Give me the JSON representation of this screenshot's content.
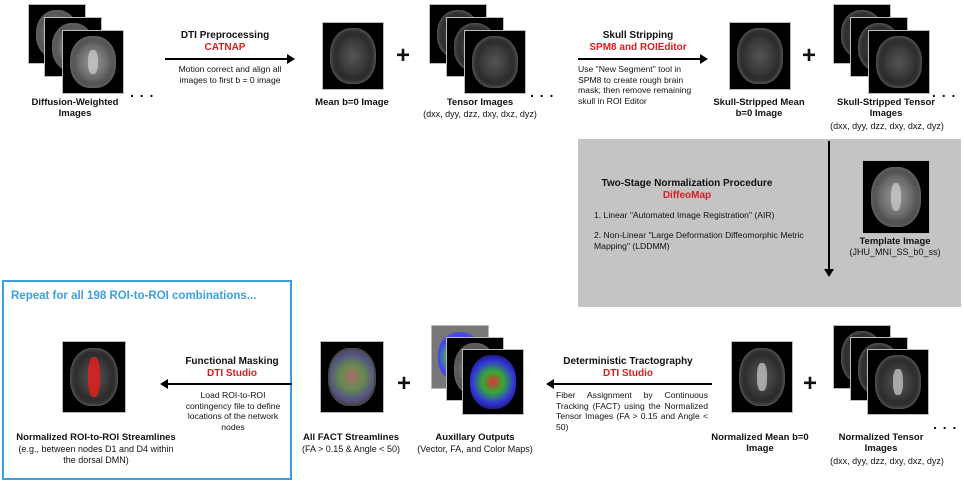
{
  "top_row": {
    "dwi_label": "Diffusion-Weighted Images",
    "step1_title": "DTI Preprocessing",
    "step1_tool": "CATNAP",
    "step1_desc": "Motion correct and align all images to first b = 0 image",
    "mean_b0": "Mean b=0 Image",
    "tensor_label": "Tensor Images",
    "tensor_sub": "(dxx, dyy, dzz, dxy, dxz, dyz)",
    "step2_title": "Skull Stripping",
    "step2_tool": "SPM8 and ROIEditor",
    "step2_desc": "Use \"New Segment\" tool in SPM8 to create rough brain mask; then remove remaining skull in ROI Editor",
    "ss_mean": "Skull-Stripped Mean b=0 Image",
    "ss_tensor": "Skull-Stripped Tensor Images",
    "ss_tensor_sub": "(dxx, dyy, dzz, dxy, dxz, dyz)"
  },
  "normalization": {
    "title": "Two-Stage Normalization Procedure",
    "tool": "DiffeoMap",
    "item1": "1.  Linear \"Automated Image Registration\" (AIR)",
    "item2": "2.  Non-Linear \"Large Deformation Diffeomorphic Metric Mapping\" (LDDMM)",
    "template_label": "Template Image",
    "template_sub": "(JHU_MNI_SS_b0_ss)"
  },
  "bottom_row": {
    "repeat_text": "Repeat for all 198 ROI-to-ROI combinations...",
    "roi_label": "Normalized ROI-to-ROI Streamlines",
    "roi_sub": "(e.g., between nodes D1 and D4 within the dorsal DMN)",
    "masking_title": "Functional Masking",
    "masking_tool": "DTI Studio",
    "masking_desc": "Load ROI-to-ROI contingency file to define locations of the network nodes",
    "fact_label": "All FACT Streamlines",
    "fact_sub": "(FA > 0.15 & Angle < 50)",
    "aux_label": "Auxillary Outputs",
    "aux_sub": "(Vector, FA, and Color Maps)",
    "tract_title": "Deterministic Tractography",
    "tract_tool": "DTI Studio",
    "tract_desc": "Fiber Assignment by Continuous Tracking (FACT) using the Normalized Tensor Images (FA > 0.15 and Angle < 50)",
    "norm_mean": "Normalized Mean b=0 Image",
    "norm_tensor": "Normalized Tensor Images",
    "norm_tensor_sub": "(dxx, dyy, dzz, dxy, dxz, dyz)"
  },
  "symbols": {
    "plus": "+",
    "dots": ". . ."
  },
  "colors": {
    "accent_red": "#d42020",
    "accent_blue": "#3da0dd",
    "panel_gray": "#c4c4c4"
  }
}
